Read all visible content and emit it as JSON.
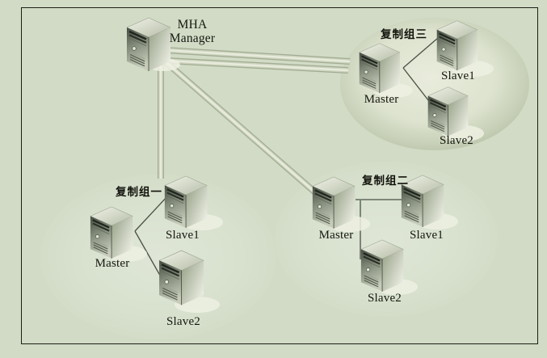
{
  "manager": {
    "line1": "MHA",
    "line2": "Manager"
  },
  "groups": {
    "one": {
      "title": "复制组一",
      "master": "Master",
      "slave1": "Slave1",
      "slave2": "Slave2"
    },
    "two": {
      "title": "复制组二",
      "master": "Master",
      "slave1": "Slave1",
      "slave2": "Slave2"
    },
    "three": {
      "title": "复制组三",
      "master": "Master",
      "slave1": "Slave1",
      "slave2": "Slave2"
    }
  },
  "palette": {
    "background": "#d1dbc5",
    "frame_border": "#1c1f18",
    "group_ellipse_edge": "#aeb9a0",
    "group_ellipse_center": "#e9ecdc",
    "pipe_edge": "#a2ab93",
    "pipe_fill": "#e0e5d3",
    "thin_line": "#4a5145",
    "text": "#15170f"
  }
}
